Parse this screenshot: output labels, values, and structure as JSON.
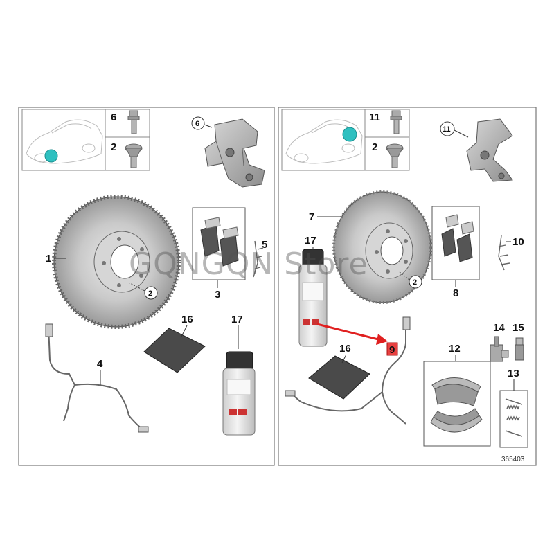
{
  "watermark": "GQNGQN Store",
  "reference_number": "365403",
  "colors": {
    "location_dot": "#2fc0c0",
    "highlight_box": "#e84040",
    "arrow": "#e02020",
    "panel_border": "#777777"
  },
  "left_panel": {
    "header_part_top": "6",
    "header_part_bottom": "2",
    "callouts": {
      "caliper_carrier": "6",
      "brake_disc": "1",
      "disc_bolt": "2",
      "brake_pads": "3",
      "pad_spring": "5",
      "wear_sensor": "4",
      "paste_sachet": "16",
      "spray_can": "17"
    }
  },
  "right_panel": {
    "header_part_top": "11",
    "header_part_bottom": "2",
    "callouts": {
      "caliper_carrier": "11",
      "brake_disc": "7",
      "disc_bolt": "2",
      "spray_can": "17",
      "brake_pads": "8",
      "pad_spring": "10",
      "paste_sachet": "16",
      "wear_sensor_highlighted": "9",
      "brake_shoes": "12",
      "fitting_kit": "13",
      "part_14": "14",
      "part_15": "15"
    }
  }
}
